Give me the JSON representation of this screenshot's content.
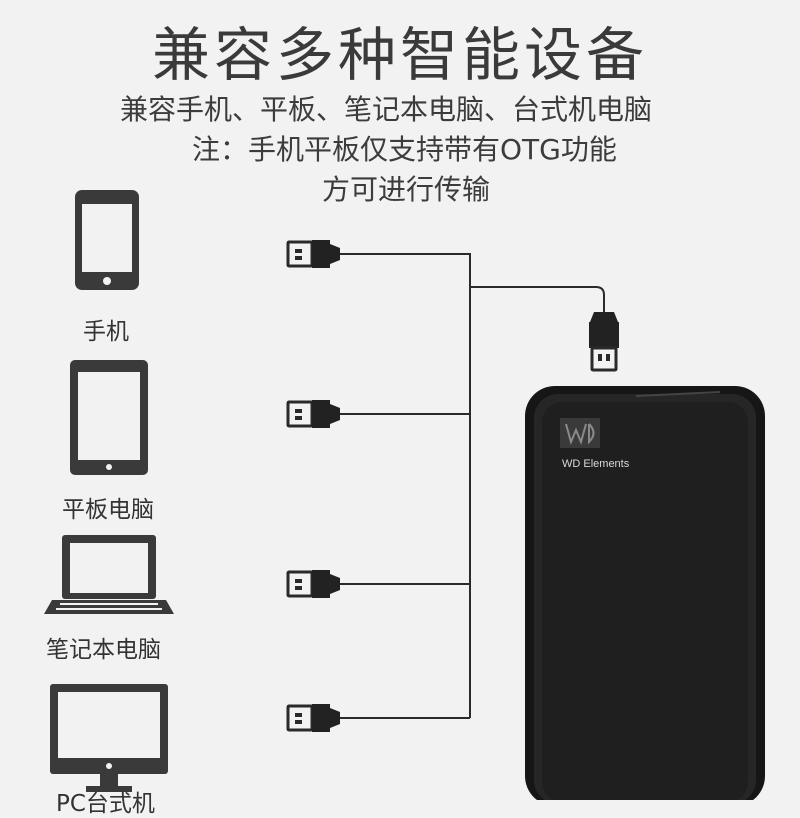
{
  "heading": "兼容多种智能设备",
  "subtitle": {
    "line1": "兼容手机、平板、笔记本电脑、台式机电脑",
    "line2": "注：手机平板仅支持带有OTG功能",
    "line3": "方可进行传输"
  },
  "devices": {
    "phone": {
      "label": "手机",
      "icon": "smartphone-icon"
    },
    "tablet": {
      "label": "平板电脑",
      "icon": "tablet-icon"
    },
    "laptop": {
      "label": "笔记本电脑",
      "icon": "laptop-icon"
    },
    "desktop": {
      "label": "PC台式机",
      "icon": "desktop-monitor-icon"
    }
  },
  "drive": {
    "model": "WD Elements",
    "logo": "WD",
    "icon": "external-hard-drive-icon"
  },
  "colors": {
    "background": "#f2f2f2",
    "icon": "#3a3a3a",
    "drive": "#1e1e1e"
  }
}
